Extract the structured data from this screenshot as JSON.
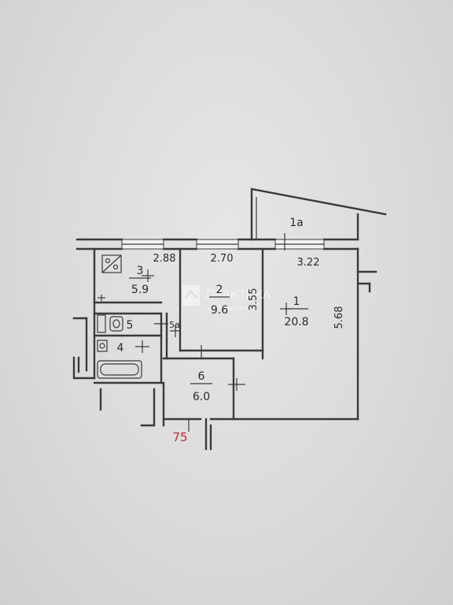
{
  "rooms": [
    {
      "id": "1",
      "number": "1",
      "area": "20.8"
    },
    {
      "id": "1a",
      "number": "1а",
      "area": ""
    },
    {
      "id": "2",
      "number": "2",
      "area": "9.6"
    },
    {
      "id": "3",
      "number": "3",
      "area": "5.9"
    },
    {
      "id": "4",
      "number": "4",
      "area": ""
    },
    {
      "id": "5",
      "number": "5",
      "area": ""
    },
    {
      "id": "5a",
      "number": "5а",
      "area": ""
    },
    {
      "id": "6",
      "number": "6",
      "area": "6.0"
    }
  ],
  "dimensions": {
    "room3_width": "2.88",
    "room2_width": "2.70",
    "room1_width": "3.22",
    "room2_depth": "3.55",
    "room1_depth": "5.68"
  },
  "marker": {
    "text": "75",
    "color": "#c0282d"
  },
  "watermark": {
    "title": "ПРАКТИКА",
    "subtitle": "НЕДВИЖИМОСТИ"
  },
  "icons": [
    "ventilation-shaft-icon",
    "toilet-icon",
    "sink-icon",
    "bathtub-icon",
    "watermark-house-icon"
  ]
}
